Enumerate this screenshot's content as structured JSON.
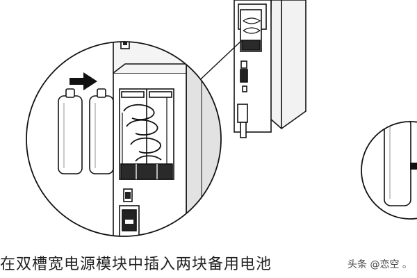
{
  "caption": "在双槽宽电源模块中插入两块备用电池",
  "watermark": "头条 @恋空",
  "watermark_trail": "。",
  "colors": {
    "line": "#111111",
    "panel_fill": "#f4f4f4",
    "shade": "#cfcfcf",
    "dark_slot": "#2a2a2a"
  },
  "icons": [
    "arrow-right-icon",
    "battery-icon",
    "power-module-unit",
    "spiral-cable-icon",
    "switch-icon"
  ]
}
